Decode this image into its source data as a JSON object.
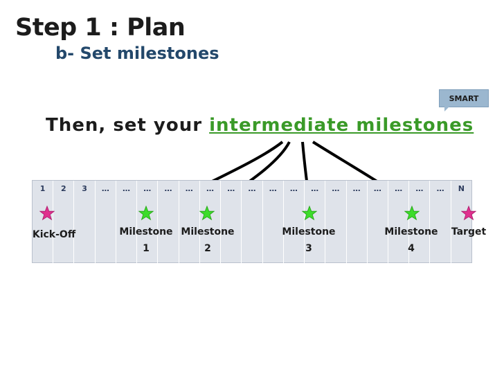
{
  "slide": {
    "title": "Step 1 : Plan",
    "subtitle": "b- Set milestones",
    "callout": {
      "label": "SMART"
    },
    "sentence": {
      "lead": "Then,  set  your",
      "highlight": "intermediate  milestones"
    }
  },
  "timeline": {
    "period_labels": [
      "1",
      "2",
      "3",
      "…",
      "…",
      "…",
      "…",
      "…",
      "…",
      "…",
      "…",
      "…",
      "…",
      "…",
      "…",
      "…",
      "…",
      "…",
      "…",
      "…",
      "N"
    ],
    "markers": [
      {
        "name": "kick-off",
        "label": "Kick-Off",
        "star_color": "#e0308e"
      },
      {
        "name": "milestone-1",
        "label": "Milestone",
        "sublabel": "1",
        "star_color": "#3ddc2a"
      },
      {
        "name": "milestone-2",
        "label": "Milestone",
        "sublabel": "2",
        "star_color": "#3ddc2a"
      },
      {
        "name": "milestone-3",
        "label": "Milestone",
        "sublabel": "3",
        "star_color": "#3ddc2a"
      },
      {
        "name": "milestone-4",
        "label": "Milestone",
        "sublabel": "4",
        "star_color": "#3ddc2a"
      },
      {
        "name": "target",
        "label": "Target",
        "star_color": "#e0308e"
      }
    ]
  },
  "colors": {
    "title": "#1c1c1c",
    "subtitle": "#23486b",
    "highlight": "#3a9a28",
    "timeline_bg": "#dfe3ea",
    "callout_bg": "#9bb7cf"
  }
}
